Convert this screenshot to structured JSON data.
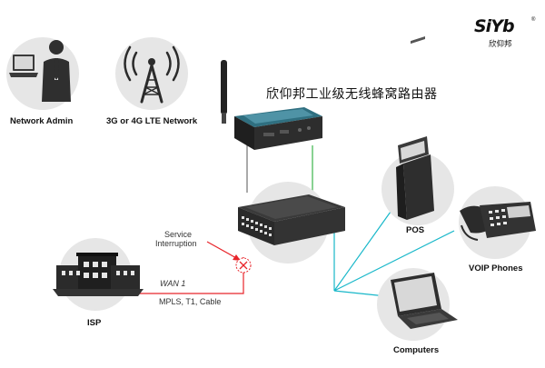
{
  "brand": {
    "logo_text": "SiYb",
    "registered_mark": "®",
    "logo_subtitle": "欣仰邦"
  },
  "title": "欣仰邦工业级无线蜂窝路由器",
  "nodes": {
    "network_admin": "Network Admin",
    "lte_network": "3G or 4G LTE Network",
    "isp": "ISP",
    "pos": "POS",
    "voip": "VOIP Phones",
    "computers": "Computers"
  },
  "annotations": {
    "service_line1": "Service",
    "service_line2": "Interruption",
    "wan": "WAN 1",
    "wan_types": "MPLS, T1, Cable"
  },
  "colors": {
    "circle_bg": "#e6e6e6",
    "wan_line": "#e8242a",
    "lan_line": "#17b7c9",
    "uplink_line": "#3bb54a",
    "device_dark": "#2b2b2b",
    "router_teal": "#2f6f80"
  }
}
